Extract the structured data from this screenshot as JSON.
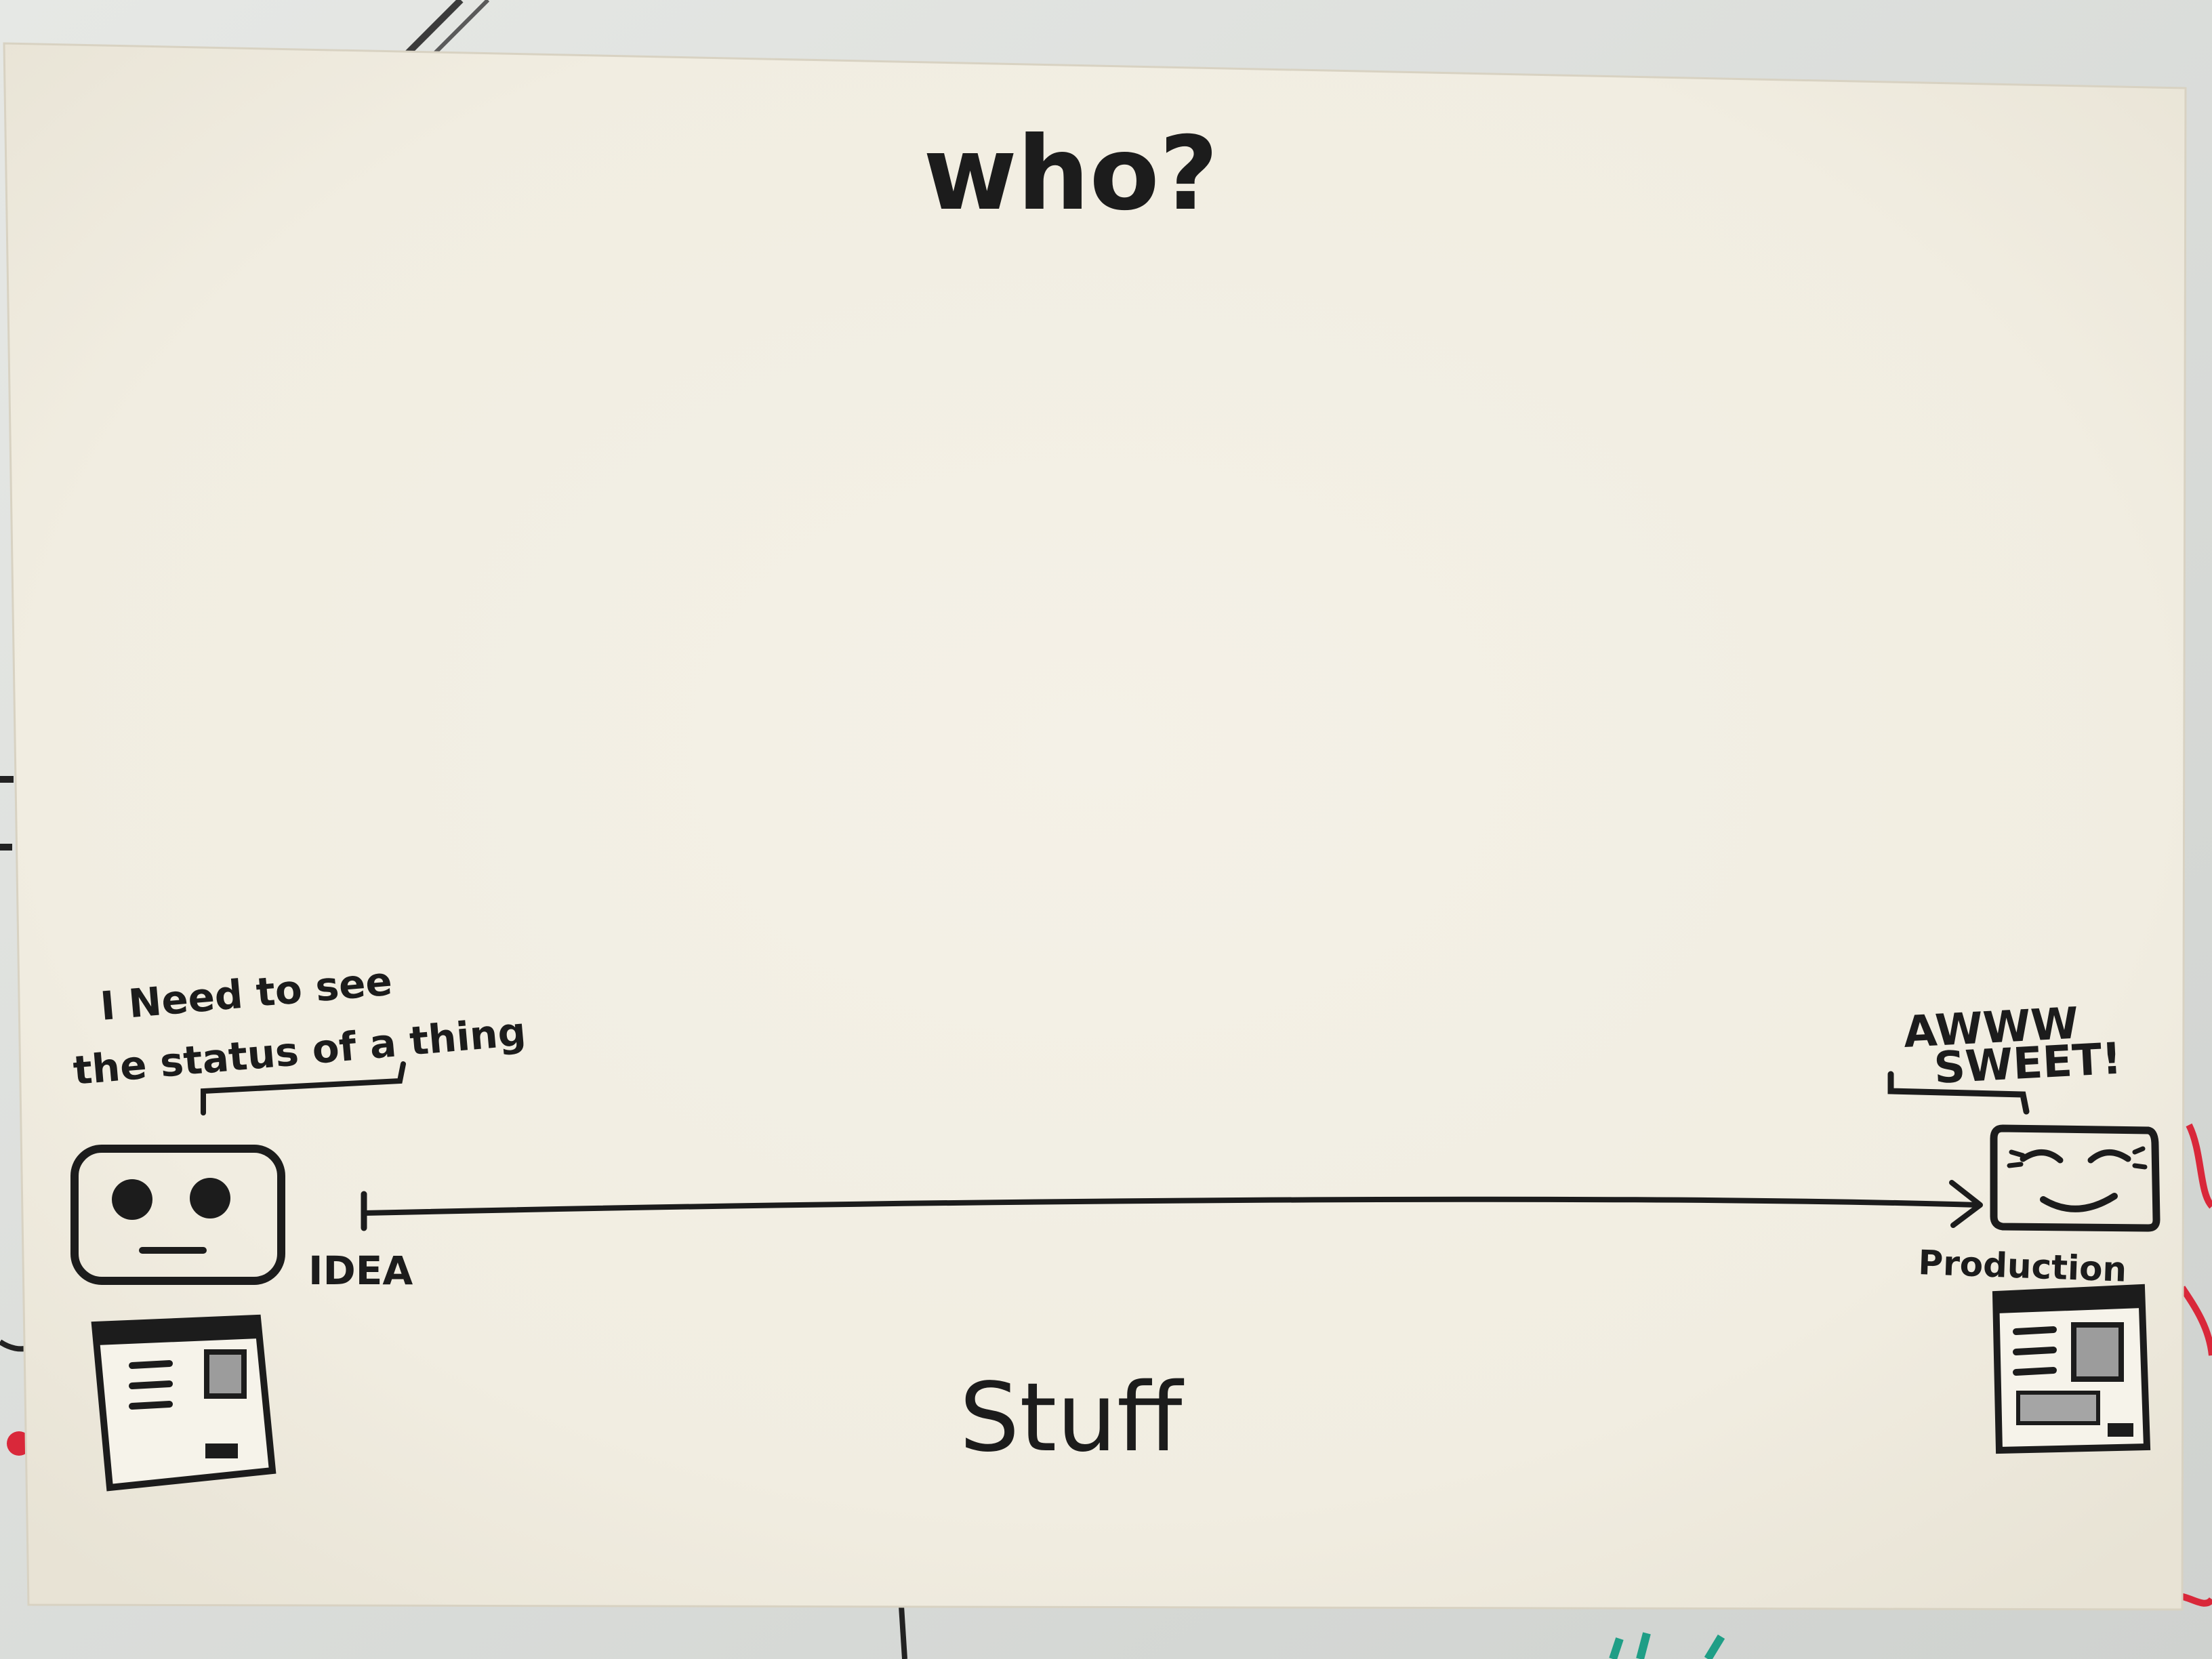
{
  "photo": {
    "subject": "",
    "colors": {
      "whiteboard": "#dcdedb",
      "paper": "#f3efe3",
      "ink": "#1c1c1c",
      "marker_red": "#d9283a",
      "marker_teal": "#1f9e86"
    }
  },
  "sheet": {
    "heading": "who?",
    "footer": "Stuff",
    "left_persona": {
      "speech_line_1": "I Need to see",
      "speech_line_2": "the status of a thing",
      "face_icon": "neutral-robot-face-icon",
      "screen_icon": "webpage-mockup-icon"
    },
    "timeline": {
      "start_label": "IDEA",
      "end_label": "Production"
    },
    "right_persona": {
      "speech_line_1": "AWWW",
      "speech_line_2": "SWEET!",
      "face_icon": "happy-face-icon",
      "screen_icon": "webpage-mockup-icon"
    }
  }
}
